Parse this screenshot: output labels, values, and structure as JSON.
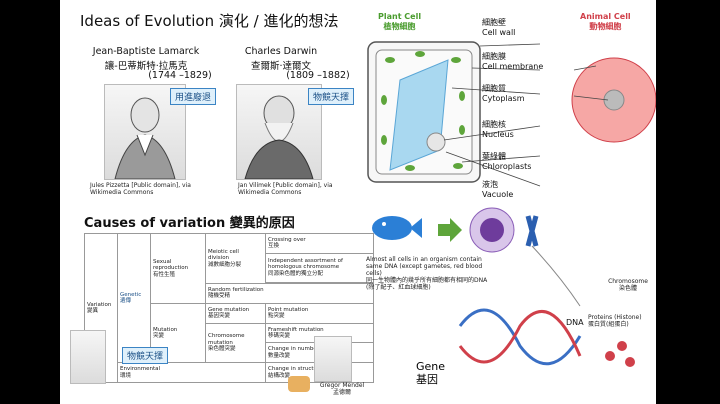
{
  "title": "Ideas of Evolution 演化 / 進化的想法",
  "lamarck": {
    "name_en": "Jean-Baptiste Lamarck",
    "name_zh": "讓-巴蒂斯特·拉馬克",
    "years": "(1744 –1829)",
    "bubble": "用進廢退",
    "credit": "Jules Pizzetta [Public domain], via Wikimedia Commons"
  },
  "darwin": {
    "name_en": "Charles Darwin",
    "name_zh": "查爾斯·達爾文",
    "years": "(1809 –1882)",
    "bubble": "物競天擇",
    "credit": "Jan Vilímek [Public domain], via Wikimedia Commons"
  },
  "variation": {
    "title": "Causes of variation 變異的原因",
    "rows": {
      "variation": "Variation\n變異",
      "genetic": "Genetic\n遺傳",
      "environmental": "Environmental\n環境",
      "sexual": "Sexual\nreproduction\n有性生殖",
      "mutation": "Mutation\n突變",
      "meiotic": "Meiotic cell\ndivision\n減數細胞分裂",
      "crossing": "Crossing over\n互換",
      "independent": "Independent assortment of\nhomologous chromosome\n同源染色體的獨立分配",
      "random": "Random fertilization\n隨機受精",
      "gene_mut": "Gene mutation\n基因突變",
      "point": "Point mutation\n點突變",
      "frameshift": "Frameshift mutation\n移碼突變",
      "chromo_mut": "Chromosome\nmutation\n染色體突變",
      "numbers": "Change in numbers\n數量改變",
      "structure": "Change in structure\n結構改變"
    },
    "darwin_bubble": "物競天擇",
    "mendel": "Gregor Mendel\n孟德爾"
  },
  "cells": {
    "plant": "Plant Cell\n植物細胞",
    "animal": "Animal Cell\n動物細胞",
    "labels": [
      {
        "en": "Cell wall",
        "zh": "細胞壁"
      },
      {
        "en": "Cell membrane",
        "zh": "細胞膜"
      },
      {
        "en": "Cytoplasm",
        "zh": "細胞質"
      },
      {
        "en": "Nucleus",
        "zh": "細胞核"
      },
      {
        "en": "Chloroplasts",
        "zh": "葉綠體"
      },
      {
        "en": "Vacuole",
        "zh": "液泡"
      }
    ]
  },
  "dna": {
    "text": "Almost all cells in an organism contain same DNA (except gametes, red blood cells)\n同一生物體內的幾乎所有細胞都有相同的DNA (除了配子、紅血球細胞)",
    "chromosome": "Chromosome\n染色體",
    "dna_label": "DNA",
    "proteins": "Proteins (Histone)\n蛋白質(組蛋白)",
    "gene": "Gene\n基因"
  },
  "colors": {
    "accent": "#3b84c4",
    "plant": "#4a9c2e",
    "animal": "#d0404a"
  }
}
